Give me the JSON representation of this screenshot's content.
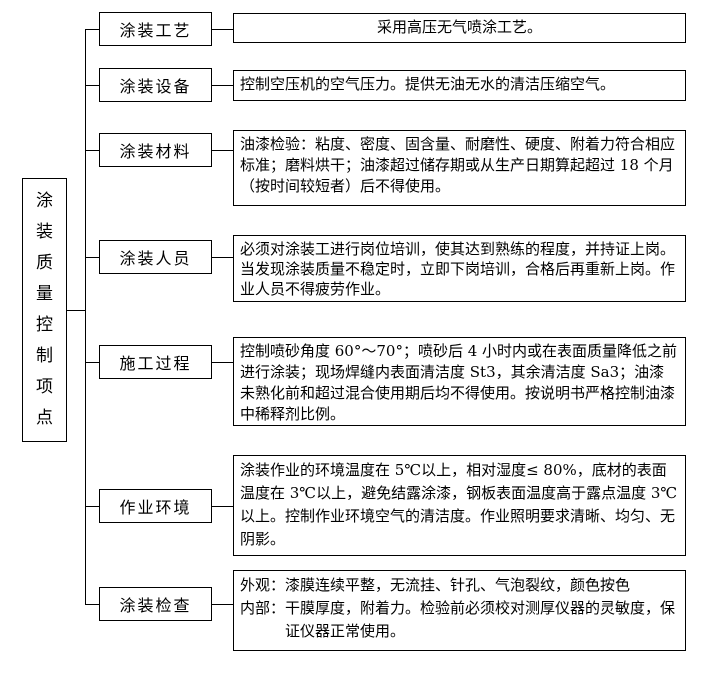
{
  "root": {
    "label": "涂装质量控制项点"
  },
  "rows": [
    {
      "category": "涂装工艺",
      "description": "采用高压无气喷涂工艺。"
    },
    {
      "category": "涂装设备",
      "description": "控制空压机的空气压力。提供无油无水的清洁压缩空气。"
    },
    {
      "category": "涂装材料",
      "description": "油漆检验：粘度、密度、固含量、耐磨性、硬度、附着力符合相应标准；磨料烘干；油漆超过储存期或从生产日期算起超过 18 个月（按时间较短者）后不得使用。"
    },
    {
      "category": "涂装人员",
      "description": "必须对涂装工进行岗位培训，使其达到熟练的程度，并持证上岗。当发现涂装质量不稳定时，立即下岗培训，合格后再重新上岗。作业人员不得疲劳作业。"
    },
    {
      "category": "施工过程",
      "description": "控制喷砂角度 60°～70°；喷砂后 4 小时内或在表面质量降低之前进行涂装；现场焊缝内表面清洁度 St3，其余清洁度 Sa3；油漆未熟化前和超过混合使用期后均不得使用。按说明书严格控制油漆中稀释剂比例。"
    },
    {
      "category": "作业环境",
      "description": "涂装作业的环境温度在 5℃以上，相对湿度≤ 80%，底材的表面温度在 3℃以上，避免结露涂漆，钢板表面温度高于露点温度 3℃以上。控制作业环境空气的清洁度。作业照明要求清晰、均匀、无阴影。"
    },
    {
      "category": "涂装检查",
      "description": "外观：漆膜连续平整，无流挂、针孔、气泡裂纹，颜色按色",
      "description2": "内部：干膜厚度，附着力。检验前必须校对测厚仪器的灵敏度，保证仪器正常使用。"
    }
  ],
  "colors": {
    "background": "#ffffff",
    "line": "#000000",
    "border": "#000000",
    "text": "#000000"
  }
}
